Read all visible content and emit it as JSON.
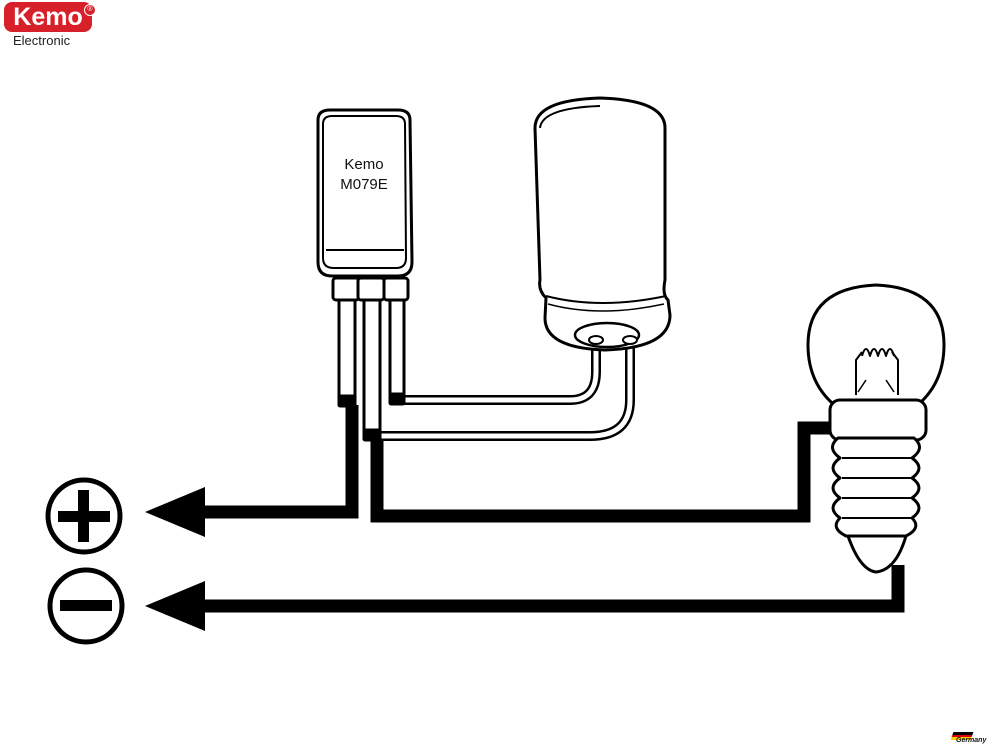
{
  "brand": {
    "name": "Kemo",
    "registered": "®",
    "subtitle": "Electronic",
    "color": "#d8202a"
  },
  "chip": {
    "line1": "Kemo",
    "line2": "M079E"
  },
  "terminals": {
    "plus": "plus",
    "minus": "minus"
  },
  "footer": {
    "country": "Germany",
    "flag_colors": [
      "#000000",
      "#dd0000",
      "#ffce00"
    ]
  },
  "colors": {
    "wire": "#000000",
    "outline": "#000000",
    "fill": "#ffffff"
  }
}
